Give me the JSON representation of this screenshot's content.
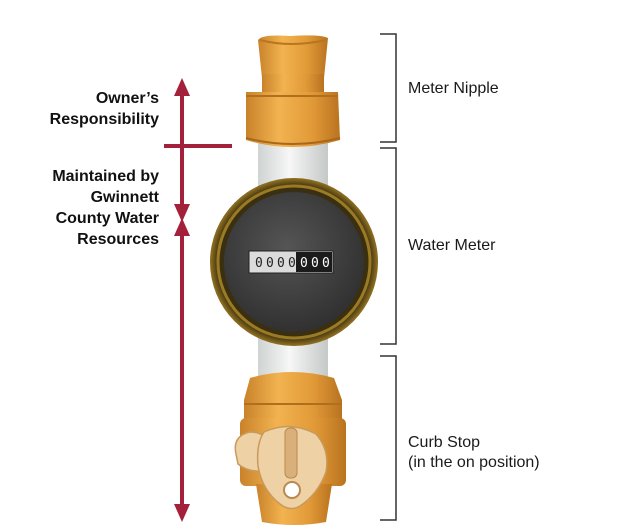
{
  "labels": {
    "owner_responsibility": "Owner’s\nResponsibility",
    "maintained_by": "Maintained by\nGwinnett\nCounty Water\nResources",
    "meter_nipple": "Meter Nipple",
    "water_meter": "Water Meter",
    "curb_stop": "Curb Stop\n(in the on position)"
  },
  "meter_register": {
    "left_digits": [
      "0",
      "0",
      "0",
      "0"
    ],
    "right_digits": [
      "0",
      "0",
      "0"
    ]
  },
  "colors": {
    "arrow": "#a3213a",
    "brass": "#e8a23e",
    "brass_dark": "#c17d22",
    "pipe": "#eceeed",
    "meter_rim": "#6b5418",
    "meter_face": "#3c3c3c",
    "bracket": "#333333"
  },
  "icons": [
    "meter-nipple-icon",
    "water-meter-icon",
    "curb-stop-icon"
  ]
}
